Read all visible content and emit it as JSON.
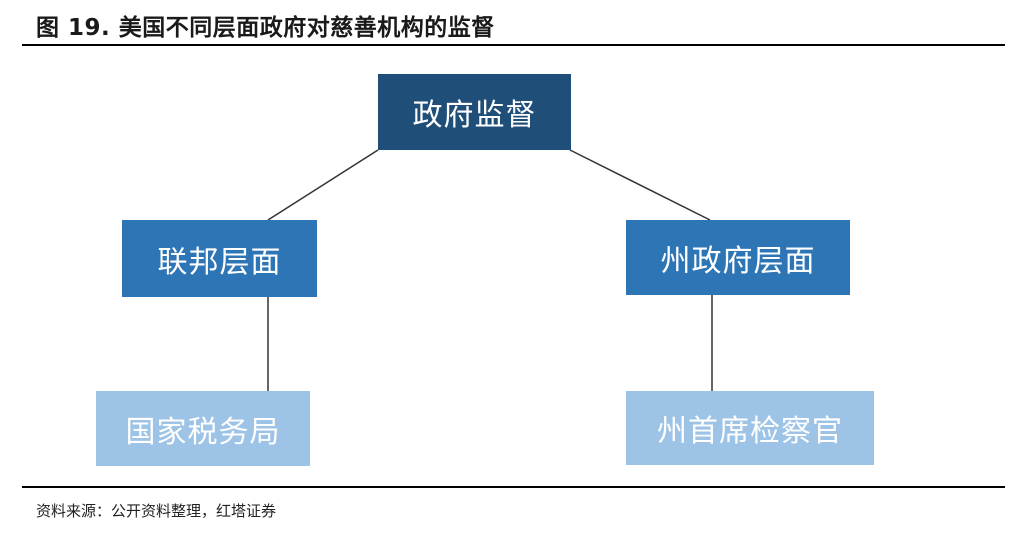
{
  "title": "图 19. 美国不同层面政府对慈善机构的监督",
  "nodes": {
    "root": "政府监督",
    "federal": "联邦层面",
    "state": "州政府层面",
    "irs": "国家税务局",
    "attorney": "州首席检察官"
  },
  "source": "资料来源：公开资料整理，红塔证券",
  "colors": {
    "dark": "#1f4e79",
    "mid": "#2e75b6",
    "light": "#9dc3e6",
    "connector": "#333333"
  }
}
